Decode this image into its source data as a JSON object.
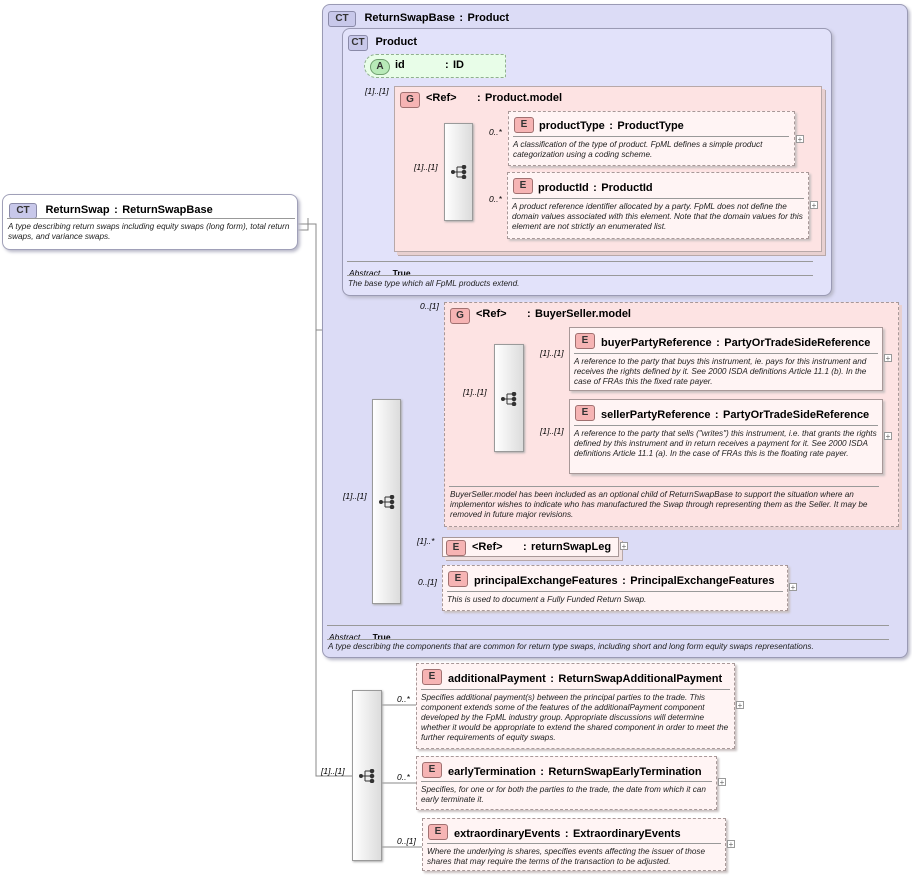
{
  "badges": {
    "ct": "CT",
    "e": "E",
    "g": "G",
    "a": "A"
  },
  "root": {
    "name": "ReturnSwap",
    "sep": ":",
    "type": "ReturnSwapBase",
    "desc": "A type describing return swaps including equity swaps (long form), total return swaps, and variance swaps."
  },
  "returnSwapBase": {
    "name": "ReturnSwapBase",
    "sep": ":",
    "type": "Product",
    "abstract_label": "Abstract",
    "abstract_value": "True",
    "desc": "A type describing the components that are common for return type swaps, including short and long form equity swaps representations."
  },
  "product": {
    "name": "Product",
    "abstract_label": "Abstract",
    "abstract_value": "True",
    "desc": "The base type which all FpML products extend.",
    "attr_id": {
      "name": "id",
      "sep": ":",
      "type": "ID"
    },
    "mult_model": "[1]..[1]",
    "mult_seq": "[1]..[1]"
  },
  "productModel": {
    "ref": "<Ref>",
    "sep": ":",
    "name": "Product.model",
    "productType": {
      "mult": "0..*",
      "name": "productType",
      "sep": ":",
      "type": "ProductType",
      "desc": "A classification of the type of product. FpML defines a simple product categorization using a coding scheme."
    },
    "productId": {
      "mult": "0..*",
      "name": "productId",
      "sep": ":",
      "type": "ProductId",
      "desc": "A product reference identifier allocated by a party. FpML does not define the domain values associated with this element. Note that the domain values for this element are not strictly an enumerated list."
    }
  },
  "buyerSeller": {
    "mult": "0..[1]",
    "ref": "<Ref>",
    "sep": ":",
    "name": "BuyerSeller.model",
    "mult_seq": "[1]..[1]",
    "desc": "BuyerSeller.model has been included as an optional child of ReturnSwapBase to support the situation where an implementor wishes to indicate who has manufactured the Swap through representing them as the Seller. It may be removed in future major revisions.",
    "buyer": {
      "mult": "[1]..[1]",
      "name": "buyerPartyReference",
      "sep": ":",
      "type": "PartyOrTradeSideReference",
      "desc": "A reference to the party that buys this instrument, ie. pays for this instrument and receives the rights defined by it. See 2000 ISDA definitions Article 11.1 (b). In the case of FRAs this the fixed rate payer."
    },
    "seller": {
      "mult": "[1]..[1]",
      "name": "sellerPartyReference",
      "sep": ":",
      "type": "PartyOrTradeSideReference",
      "desc": "A reference to the party that sells (\"writes\") this instrument, i.e. that grants the rights defined by this instrument and in return receives a payment for it. See 2000 ISDA definitions Article 11.1 (a). In the case of FRAs this is the floating rate payer."
    }
  },
  "baseSeq": {
    "mult": "[1]..[1]"
  },
  "returnSwapLeg": {
    "mult": "[1]..*",
    "ref": "<Ref>",
    "sep": ":",
    "name": "returnSwapLeg"
  },
  "principalExchange": {
    "mult": "0..[1]",
    "name": "principalExchangeFeatures",
    "sep": ":",
    "type": "PrincipalExchangeFeatures",
    "desc": "This is used to document a Fully Funded Return Swap."
  },
  "extSeq": {
    "mult": "[1]..[1]"
  },
  "additionalPayment": {
    "mult": "0..*",
    "name": "additionalPayment",
    "sep": ":",
    "type": "ReturnSwapAdditionalPayment",
    "desc": "Specifies additional payment(s) between the principal parties to the trade. This component extends some of the features of the additionalPayment component developed by the FpML industry group. Appropriate discussions will determine whether it would be appropriate to extend the shared component in order to meet the further requirements of equity swaps."
  },
  "earlyTermination": {
    "mult": "0..*",
    "name": "earlyTermination",
    "sep": ":",
    "type": "ReturnSwapEarlyTermination",
    "desc": "Specifies, for one or for both the parties to the trade, the date from which it can early terminate it."
  },
  "extraordinaryEvents": {
    "mult": "0..[1]",
    "name": "extraordinaryEvents",
    "sep": ":",
    "type": "ExtraordinaryEvents",
    "desc": "Where the underlying is shares, specifies events affecting the issuer of those shares that may require the terms of the transaction to be adjusted."
  }
}
